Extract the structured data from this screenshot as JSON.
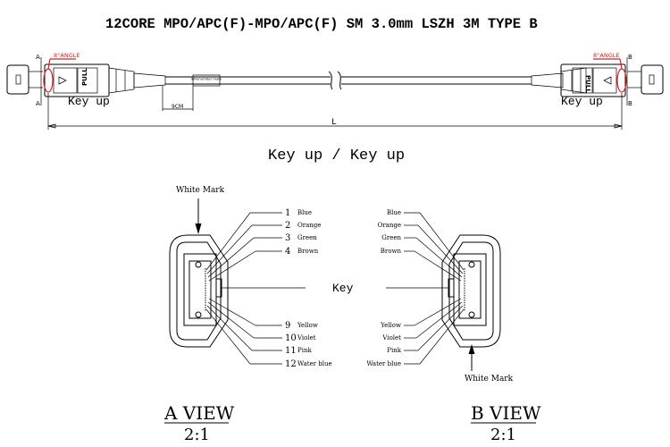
{
  "title": "12CORE MPO/APC(F)-MPO/APC(F) SM 3.0mm LSZH 3M TYPE B",
  "cable": {
    "left_end_letter": "A",
    "right_end_letter": "B",
    "angle_label": "8°ANGLE",
    "key_label": "Key up",
    "pull_label": "PULL",
    "wire_label": "Wirenumber mark",
    "dim_9cm": "9CM",
    "length_label": "L"
  },
  "orientation_label": "Key up / Key up",
  "a_view": {
    "marker_label": "White Mark",
    "key_label": "Key",
    "top_fibers": [
      {
        "num": "1",
        "color": "Blue"
      },
      {
        "num": "2",
        "color": "Orange"
      },
      {
        "num": "3",
        "color": "Green"
      },
      {
        "num": "4",
        "color": "Brown"
      }
    ],
    "bottom_fibers": [
      {
        "num": "9",
        "color": "Yellow"
      },
      {
        "num": "10",
        "color": "Violet"
      },
      {
        "num": "11",
        "color": "Pink"
      },
      {
        "num": "12",
        "color": "Water blue"
      }
    ],
    "view_title": "A VIEW",
    "scale": "2:1"
  },
  "b_view": {
    "marker_label": "White Mark",
    "top_colors": [
      "Blue",
      "Orange",
      "Green",
      "Brown"
    ],
    "bottom_colors": [
      "Yellow",
      "Violet",
      "Pink",
      "Water blue"
    ],
    "view_title": "B VIEW",
    "scale": "2:1"
  }
}
